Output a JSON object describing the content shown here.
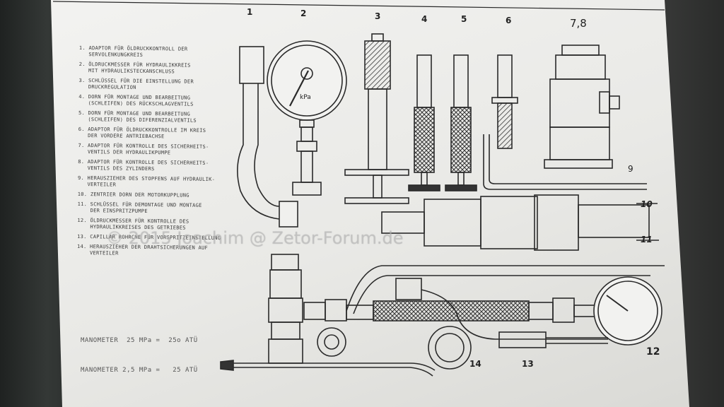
{
  "legend": [
    "1. ADAPTOR FÜR ÖLDRUCKKONTROLL DER\n   SERVOLENKUNGKREIS",
    "2. ÖLDRUCKMESSER FÜR HYDRAULIKKREIS\n   MIT HYDRAULIKSTECKANSCHLUSS",
    "3. SCHLÜSSEL FÜR DIE EINSTELLUNG DER\n   DRUCKREGULATION",
    "4. DORN FÜR MONTAGE UND BEARBEITUNG\n   (SCHLEIFEN) DES RÜCKSCHLAGVENTILS",
    "5. DORN FÜR MONTAGE UND BEARBEITUNG\n   (SCHLEIFEN) DES DIFERENZIALVENTILS",
    "6. ADAPTOR FÜR ÖLDRUCKKONTROLLE IM KREIS\n   DER VORDERE ANTRIEBACHSE",
    "7. ADAPTOR FÜR KONTROLLE DES SICHERHEITS-\n   VENTILS DER HYDRAULIKPUMPE",
    "8. ADAPTOR FÜR KONTROLLE DES SICHERHEITS-\n   VENTILS DES ZYLINDERS",
    "9. HERAUSZIEHER DES STOPFENS AUF HYDRAULIK-\n   VERTEILER",
    "10. ZENTRIER DORN DER MOTORKUPPLUNG",
    "11. SCHLÜSSEL FÜR DEMONTAGE UND MONTAGE\n    DER EINSPRITZPUMPE",
    "12. ÖLDRUCKMESSER FÜR KONTROLLE DES\n    HYDRAULIKKREISES DES GETRIEBES",
    "13. CAPILLAR ROHRCHE FÜR VORSPRITZEINSTELLUNG",
    "14. HERAUSZIEHER DER DRAHTSICHERUNGEN AUF\n    VERTEILER"
  ],
  "manometers": [
    "MANOMETER  25 MPa =  25o ATÜ",
    "MANOMETER 2,5 MPa =   25 ATÜ"
  ],
  "labels": {
    "l1": "1",
    "l2": "2",
    "l3": "3",
    "l4": "4",
    "l5": "5",
    "l6": "6",
    "l78": "7,8",
    "l9": "9",
    "l10": "10",
    "l11": "11",
    "l12": "12",
    "l13": "13",
    "l14": "14"
  },
  "gauge_unit": "kPa",
  "watermark": "© 2015 Joachim @ Zetor-Forum.de"
}
